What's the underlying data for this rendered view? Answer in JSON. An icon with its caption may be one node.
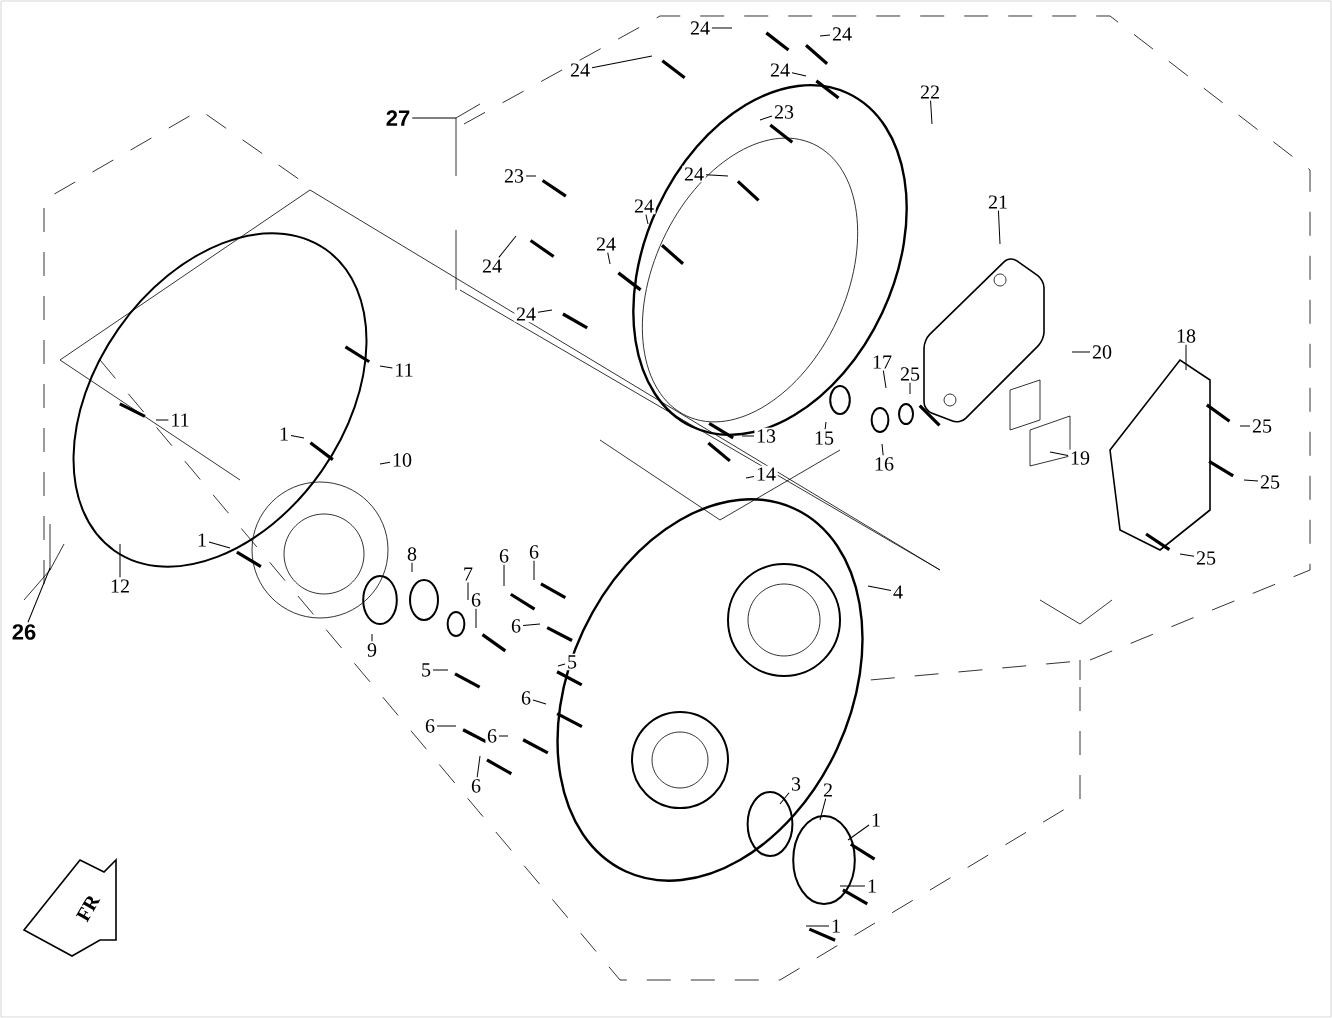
{
  "diagram": {
    "nodes": [
      {
        "text": [
          "24"
        ]
      },
      {
        "text": [
          "24"
        ]
      },
      {
        "text": [
          "24"
        ]
      },
      {
        "text": [
          "22"
        ]
      },
      {
        "text": [
          "24"
        ]
      },
      {
        "text": [
          "27"
        ]
      },
      {
        "text": [
          "23"
        ]
      },
      {
        "text": [
          "23"
        ]
      },
      {
        "text": [
          "24"
        ]
      },
      {
        "text": [
          "24"
        ]
      },
      {
        "text": [
          "21"
        ]
      },
      {
        "text": [
          "24"
        ]
      },
      {
        "text": [
          "24"
        ]
      },
      {
        "text": [
          "24"
        ]
      },
      {
        "text": [
          "18"
        ]
      },
      {
        "text": [
          "20"
        ]
      },
      {
        "text": [
          "17"
        ]
      },
      {
        "text": [
          "25"
        ]
      },
      {
        "text": [
          "11"
        ]
      },
      {
        "text": [
          "11"
        ]
      },
      {
        "text": [
          "25"
        ]
      },
      {
        "text": [
          "1"
        ]
      },
      {
        "text": [
          "13"
        ]
      },
      {
        "text": [
          "15"
        ]
      },
      {
        "text": [
          "16"
        ]
      },
      {
        "text": [
          "19"
        ]
      },
      {
        "text": [
          "10"
        ]
      },
      {
        "text": [
          "14"
        ]
      },
      {
        "text": [
          "25"
        ]
      },
      {
        "text": [
          "1"
        ]
      },
      {
        "text": [
          "6"
        ]
      },
      {
        "text": [
          "6"
        ]
      },
      {
        "text": [
          "25"
        ]
      },
      {
        "text": [
          "8"
        ]
      },
      {
        "text": [
          "7"
        ]
      },
      {
        "text": [
          "12"
        ]
      },
      {
        "text": [
          "4"
        ]
      },
      {
        "text": [
          "6"
        ]
      },
      {
        "text": [
          "26"
        ]
      },
      {
        "text": [
          "6"
        ]
      },
      {
        "text": [
          "9"
        ]
      },
      {
        "text": [
          "5"
        ]
      },
      {
        "text": [
          "5"
        ]
      },
      {
        "text": [
          "6"
        ]
      },
      {
        "text": [
          "6"
        ]
      },
      {
        "text": [
          "6"
        ]
      },
      {
        "text": [
          "6"
        ]
      },
      {
        "text": [
          "3"
        ]
      },
      {
        "text": [
          "2"
        ]
      },
      {
        "text": [
          "1"
        ]
      },
      {
        "text": [
          "1"
        ]
      },
      {
        "text": [
          "1"
        ]
      }
    ],
    "edges": [
      {
        "from": 0,
        "to": null,
        "arrow": "none"
      },
      {
        "from": 1,
        "to": null,
        "arrow": "none"
      },
      {
        "from": 2,
        "to": null,
        "arrow": "none"
      },
      {
        "from": 3,
        "to": null,
        "arrow": "none"
      },
      {
        "from": 4,
        "to": null,
        "arrow": "none"
      },
      {
        "from": 5,
        "to": null,
        "arrow": "none"
      },
      {
        "from": 6,
        "to": null,
        "arrow": "none"
      },
      {
        "from": 7,
        "to": null,
        "arrow": "none"
      },
      {
        "from": 8,
        "to": null,
        "arrow": "none"
      },
      {
        "from": 9,
        "to": null,
        "arrow": "none"
      },
      {
        "from": 10,
        "to": null,
        "arrow": "none"
      },
      {
        "from": 11,
        "to": null,
        "arrow": "none"
      },
      {
        "from": 12,
        "to": null,
        "arrow": "none"
      },
      {
        "from": 13,
        "to": null,
        "arrow": "none"
      },
      {
        "from": 14,
        "to": null,
        "arrow": "none"
      },
      {
        "from": 15,
        "to": null,
        "arrow": "none"
      },
      {
        "from": 16,
        "to": null,
        "arrow": "none"
      },
      {
        "from": 17,
        "to": null,
        "arrow": "none"
      },
      {
        "from": 18,
        "to": null,
        "arrow": "none"
      },
      {
        "from": 19,
        "to": null,
        "arrow": "none"
      },
      {
        "from": 20,
        "to": null,
        "arrow": "none"
      },
      {
        "from": 21,
        "to": null,
        "arrow": "none"
      },
      {
        "from": 22,
        "to": null,
        "arrow": "none"
      },
      {
        "from": 23,
        "to": null,
        "arrow": "none"
      },
      {
        "from": 24,
        "to": null,
        "arrow": "none"
      },
      {
        "from": 25,
        "to": null,
        "arrow": "none"
      },
      {
        "from": 26,
        "to": null,
        "arrow": "none"
      },
      {
        "from": 27,
        "to": null,
        "arrow": "none"
      },
      {
        "from": 28,
        "to": null,
        "arrow": "none"
      },
      {
        "from": 29,
        "to": null,
        "arrow": "none"
      },
      {
        "from": 30,
        "to": null,
        "arrow": "none"
      },
      {
        "from": 31,
        "to": null,
        "arrow": "none"
      },
      {
        "from": 32,
        "to": null,
        "arrow": "none"
      },
      {
        "from": 33,
        "to": null,
        "arrow": "none"
      },
      {
        "from": 34,
        "to": null,
        "arrow": "none"
      },
      {
        "from": 35,
        "to": null,
        "arrow": "none"
      },
      {
        "from": 36,
        "to": null,
        "arrow": "none"
      },
      {
        "from": 37,
        "to": null,
        "arrow": "none"
      },
      {
        "from": 38,
        "to": null,
        "arrow": "none"
      },
      {
        "from": 39,
        "to": null,
        "arrow": "none"
      },
      {
        "from": 40,
        "to": null,
        "arrow": "none"
      },
      {
        "from": 41,
        "to": null,
        "arrow": "none"
      },
      {
        "from": 42,
        "to": null,
        "arrow": "none"
      },
      {
        "from": 43,
        "to": null,
        "arrow": "none"
      },
      {
        "from": 44,
        "to": null,
        "arrow": "none"
      },
      {
        "from": 45,
        "to": null,
        "arrow": "none"
      },
      {
        "from": 46,
        "to": null,
        "arrow": "none"
      },
      {
        "from": 47,
        "to": null,
        "arrow": "none"
      },
      {
        "from": 48,
        "to": null,
        "arrow": "none"
      },
      {
        "from": 49,
        "to": null,
        "arrow": "none"
      },
      {
        "from": 50,
        "to": null,
        "arrow": "none"
      },
      {
        "from": 51,
        "to": null,
        "arrow": "none"
      }
    ],
    "labels": [
      "FR"
    ]
  }
}
